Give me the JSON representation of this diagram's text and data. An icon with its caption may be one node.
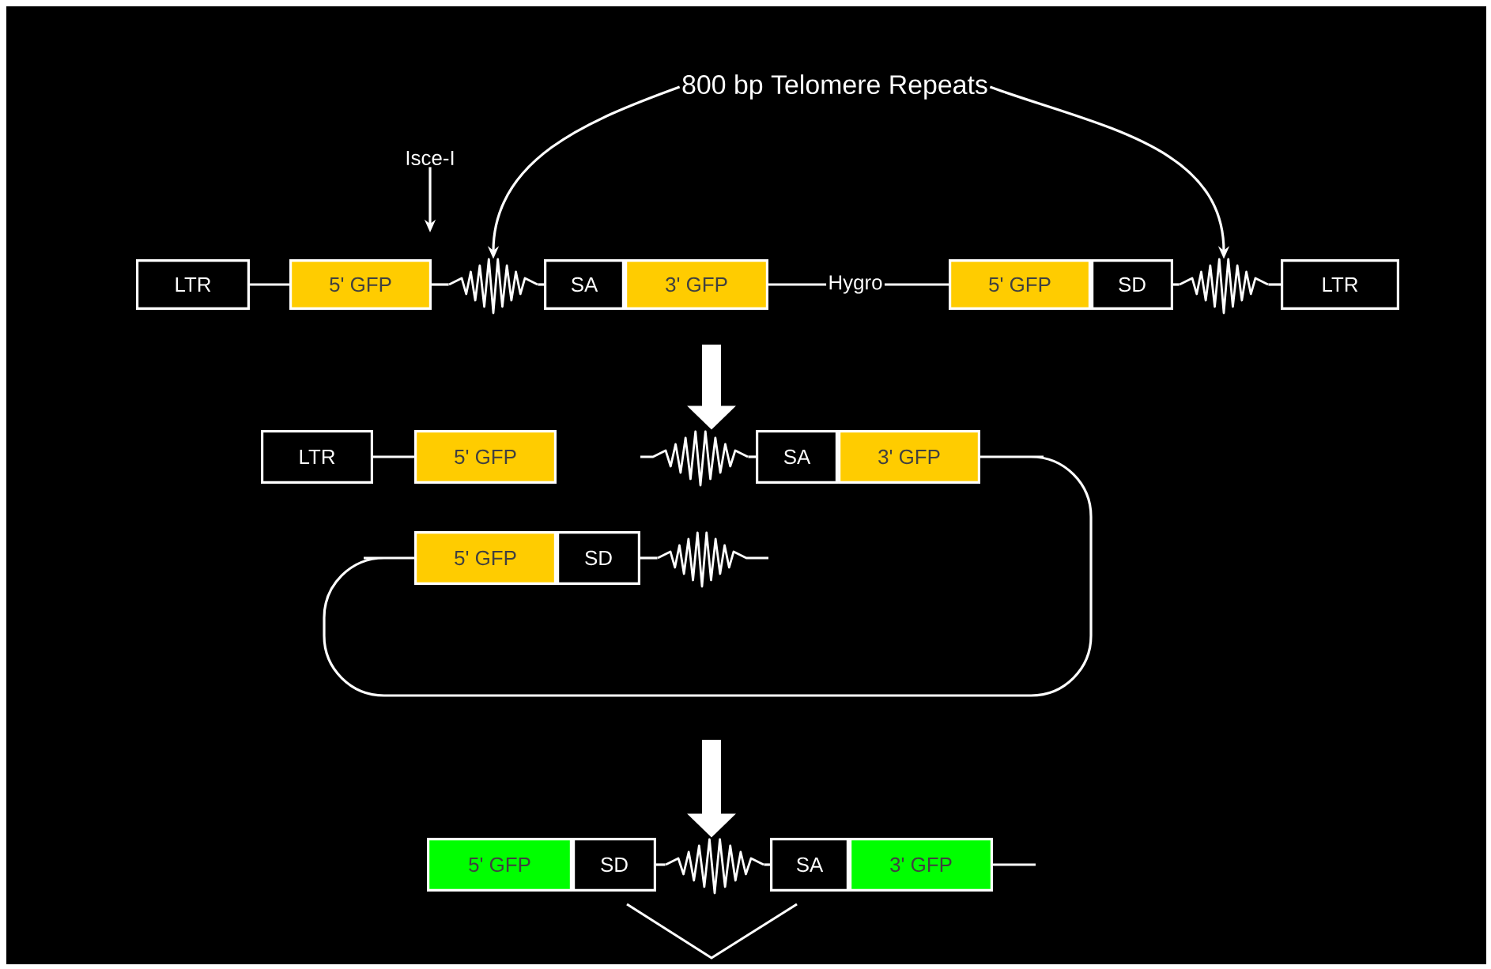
{
  "diagram": {
    "nodes": [
      {
        "text": [
          "800 bp Telomere Repeats"
        ]
      },
      {
        "text": [
          "Isce-I"
        ]
      },
      {
        "text": [
          "LTR"
        ]
      },
      {
        "text": [
          "5' GFP"
        ]
      },
      {
        "text": [],
        "shape": "zigzag"
      },
      {
        "text": [
          "SA"
        ]
      },
      {
        "text": [
          "3' GFP"
        ]
      },
      {
        "text": [
          "Hygro"
        ]
      },
      {
        "text": [
          "5' GFP"
        ]
      },
      {
        "text": [
          "SD"
        ]
      },
      {
        "text": [],
        "shape": "zigzag"
      },
      {
        "text": [
          "LTR"
        ]
      },
      {
        "text": [
          "LTR"
        ]
      },
      {
        "text": [
          "5' GFP"
        ]
      },
      {
        "text": [],
        "shape": "zigzag"
      },
      {
        "text": [
          "SA"
        ]
      },
      {
        "text": [
          "3' GFP"
        ]
      },
      {
        "text": [
          "5' GFP"
        ]
      },
      {
        "text": [
          "SD"
        ]
      },
      {
        "text": [],
        "shape": "zigzag"
      },
      {
        "text": [
          "5' GFP"
        ]
      },
      {
        "text": [
          "SD"
        ]
      },
      {
        "text": [],
        "shape": "zigzag"
      },
      {
        "text": [
          "SA"
        ]
      },
      {
        "text": [
          "3' GFP"
        ]
      }
    ],
    "edges": [
      {
        "from": 0,
        "to": 4,
        "arrow": "to"
      },
      {
        "from": 0,
        "to": 10,
        "arrow": "to"
      },
      {
        "from": 1,
        "to": null,
        "arrow": "to"
      },
      {
        "from": 2,
        "to": 3,
        "arrow": "none"
      },
      {
        "from": 3,
        "to": 4,
        "arrow": "none"
      },
      {
        "from": 4,
        "to": 5,
        "arrow": "none"
      },
      {
        "from": 6,
        "to": 7,
        "arrow": "none"
      },
      {
        "from": 7,
        "to": 8,
        "arrow": "none"
      },
      {
        "from": 9,
        "to": 10,
        "arrow": "none"
      },
      {
        "from": 10,
        "to": 11,
        "arrow": "none"
      },
      {
        "from": 12,
        "to": 13,
        "arrow": "none"
      },
      {
        "from": 14,
        "to": 15,
        "arrow": "none"
      },
      {
        "from": 16,
        "to": 17,
        "arrow": "none"
      },
      {
        "from": 18,
        "to": 19,
        "arrow": "none"
      },
      {
        "from": 21,
        "to": 22,
        "arrow": "none"
      },
      {
        "from": 22,
        "to": 23,
        "arrow": "none"
      },
      {
        "from": 24,
        "to": null,
        "arrow": "none"
      },
      {
        "from": 21,
        "to": 23,
        "arrow": "none"
      },
      {
        "from": null,
        "to": 14,
        "arrow": "to",
        "style": "thick"
      },
      {
        "from": null,
        "to": 22,
        "arrow": "to",
        "style": "thick"
      }
    ]
  }
}
